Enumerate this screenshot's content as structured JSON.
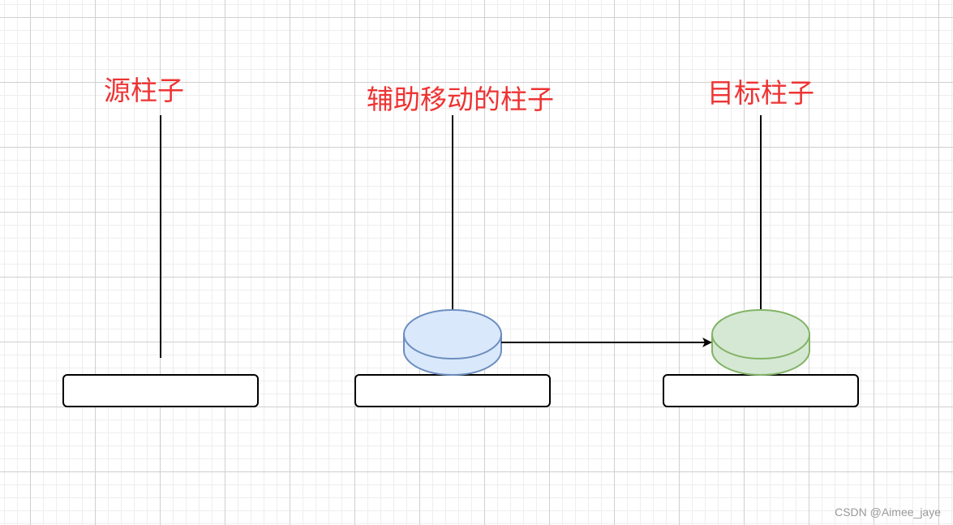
{
  "labels": {
    "source_rod": "源柱子",
    "auxiliary_rod": "辅助移动的柱子",
    "target_rod": "目标柱子"
  },
  "colors": {
    "label_text": "#ee3333",
    "rod_line": "#000000",
    "base_stroke": "#000000",
    "disk_blue_fill": "#dae8fc",
    "disk_blue_stroke": "#6c8ebf",
    "disk_green_fill": "#d5e8d4",
    "disk_green_stroke": "#82b366",
    "arrow": "#000000"
  },
  "watermark": "CSDN @Aimee_jaye"
}
